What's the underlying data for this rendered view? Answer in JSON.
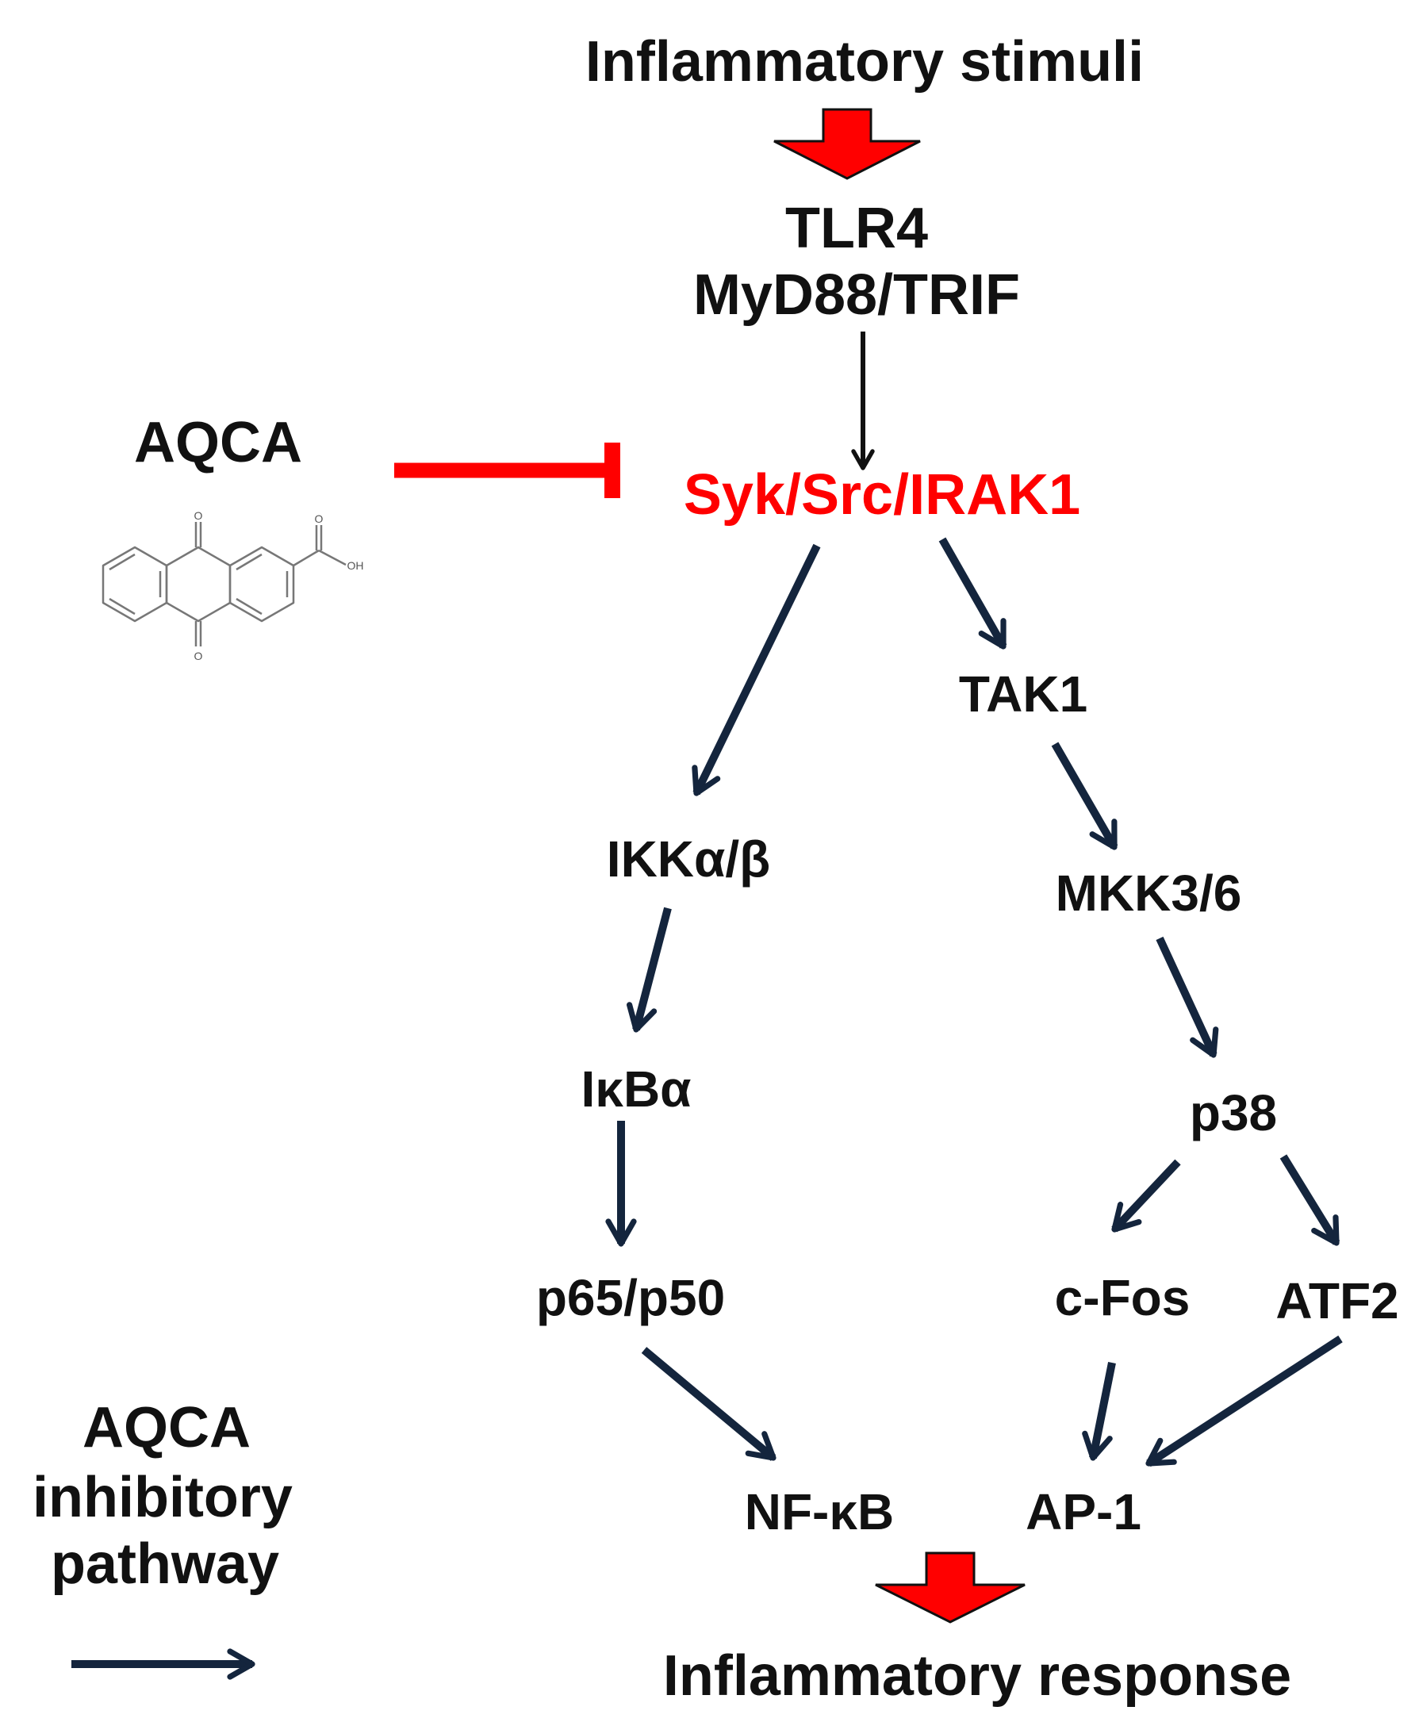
{
  "nodes": {
    "stimuli": "Inflammatory stimuli",
    "tlr4": "TLR4",
    "myd88": "MyD88/TRIF",
    "aqca": "AQCA",
    "syk": "Syk/Src/IRAK1",
    "tak1": "TAK1",
    "ikk": "IKKα/β",
    "mkk": "MKK3/6",
    "ikba": "IκBα",
    "p38": "p38",
    "p65": "p65/p50",
    "cfos": "c-Fos",
    "atf2": "ATF2",
    "nfkb": "NF-κB",
    "ap1": "AP-1",
    "response": "Inflammatory response"
  },
  "legend": {
    "line1": "AQCA",
    "line2": "inhibitory",
    "line3": "pathway"
  },
  "chemical": {
    "oh_label": "OH",
    "o_label": "O"
  },
  "colors": {
    "text": "#111111",
    "highlight": "#ff0000",
    "arrow": "#14253d",
    "black_arrow": "#111111",
    "big_arrow_fill": "#ff0000",
    "structure": "#777777"
  }
}
